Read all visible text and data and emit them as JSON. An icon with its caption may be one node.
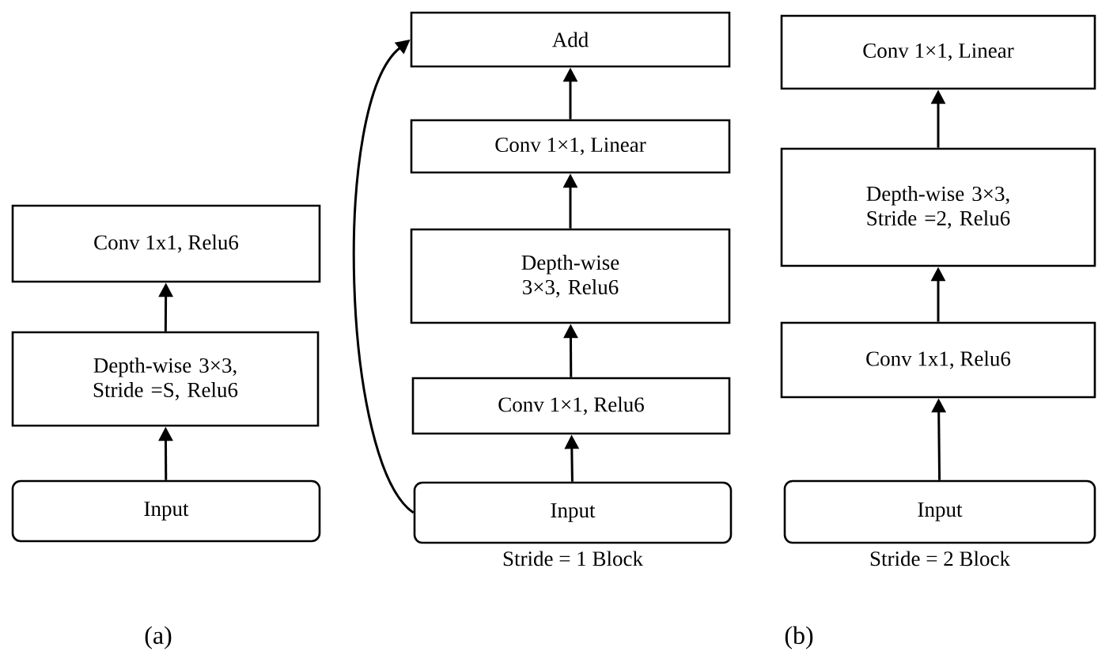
{
  "diagram": {
    "nodes": [
      {
        "text": [
          "Conv 1x1, Relu6"
        ]
      },
      {
        "text": [
          "Depth-wise 3×3, Stride =S, Relu6"
        ]
      },
      {
        "text": [
          "Input"
        ]
      },
      {
        "text": [
          "Add"
        ]
      },
      {
        "text": [
          "Conv 1×1, Linear"
        ]
      },
      {
        "text": [
          "Depth-wise 3×3, Relu6"
        ]
      },
      {
        "text": [
          "Conv 1×1, Relu6"
        ]
      },
      {
        "text": [
          "Input"
        ],
        "beside": [
          "Stride = 1 Block"
        ]
      },
      {
        "text": [
          "Conv 1×1, Linear"
        ]
      },
      {
        "text": [
          "Depth-wise 3×3, Stride =2, Relu6"
        ]
      },
      {
        "text": [
          "Conv 1x1, Relu6"
        ]
      },
      {
        "text": [
          "Input"
        ],
        "beside": [
          "Stride = 2 Block"
        ]
      }
    ],
    "edges": [
      {
        "from": 2,
        "to": 1,
        "arrow": "to"
      },
      {
        "from": 1,
        "to": 0,
        "arrow": "to"
      },
      {
        "from": 7,
        "to": 6,
        "arrow": "to"
      },
      {
        "from": 6,
        "to": 5,
        "arrow": "to"
      },
      {
        "from": 5,
        "to": 4,
        "arrow": "to"
      },
      {
        "from": 4,
        "to": 3,
        "arrow": "to"
      },
      {
        "from": 7,
        "to": 3,
        "arrow": "to"
      },
      {
        "from": 11,
        "to": 10,
        "arrow": "to"
      },
      {
        "from": 10,
        "to": 9,
        "arrow": "to"
      },
      {
        "from": 9,
        "to": 8,
        "arrow": "to"
      }
    ],
    "labels": [
      "(a)",
      "(b)"
    ]
  }
}
